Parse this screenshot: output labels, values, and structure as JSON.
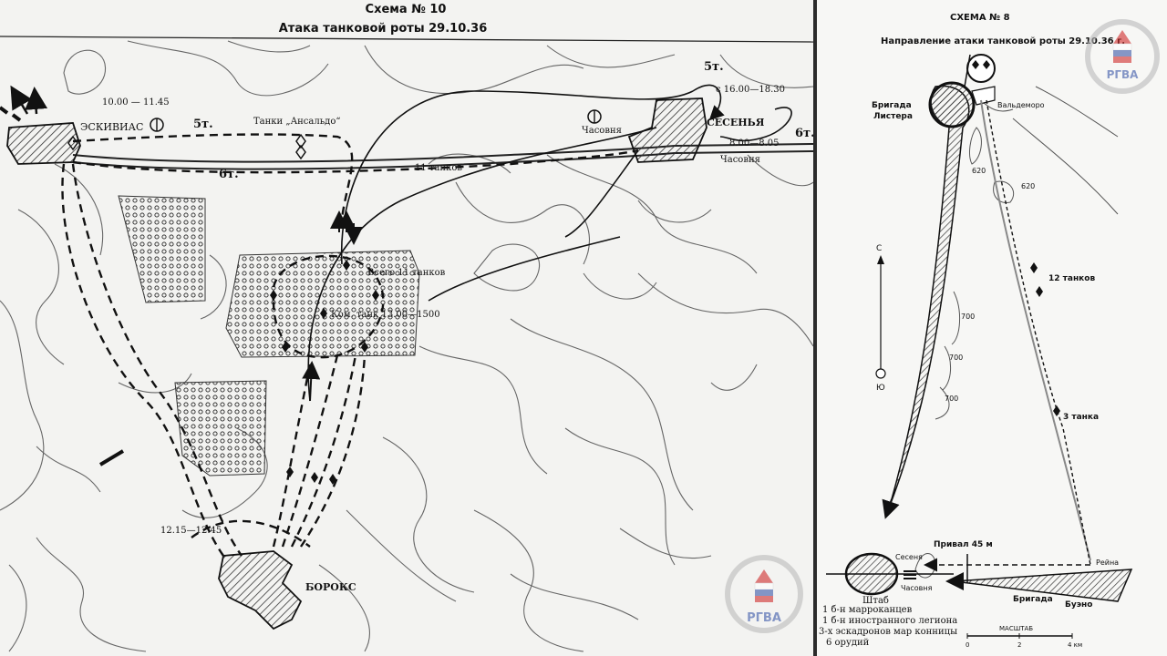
{
  "left_map": {
    "title": "Схема № 10",
    "subtitle": "Атака танковой роты 29.10.36",
    "labels": {
      "eskivias": "ЭСКИВИАС",
      "time_left": "10.00 — 11.45",
      "tanks_5_left": "5т.",
      "ansaldo": "Танки „Ансальдо“",
      "tanks_6_left": "6т.",
      "tanks_11_road": "11 танков",
      "tanks_5_right": "5т.",
      "time_evening": "с 16.00—18.30",
      "sesenya": "СЕСЕНЬЯ",
      "chasovnya_1": "Часовня",
      "tanks_6_right": "6т.",
      "time_morning": "8.00—8.05",
      "chasovnya_2": "Часовня",
      "total_tanks": "Всего 11 танков",
      "command_tank": "Ком. танк 13.00—1500",
      "time_borox": "12.15—12.45",
      "borox": "БОРОКС"
    }
  },
  "right_map": {
    "title": "СХЕМА № 8",
    "subtitle": "Направление атаки танковой роты 29.10.36 г.",
    "labels": {
      "brigade_lister_1": "Бригада",
      "brigade_lister_2": "Листера",
      "valdemoro": "Вальдеморо",
      "h620a": "620",
      "h620b": "620",
      "north": "С",
      "south": "Ю",
      "tanks_12": "12 танков",
      "h700a": "700",
      "h700b": "700",
      "h700c": "700",
      "tanks_3": "3 танка",
      "halt": "Привал 45 м",
      "sesenya": "Сесеня",
      "chasovnya": "Часовня",
      "reina": "Рейна",
      "hq": "Штаб",
      "brigade_bueno_1": "Бригада",
      "brigade_bueno_2": "Буэно",
      "scale": "МАСШТАБ",
      "scale_0": "0",
      "scale_2": "2",
      "scale_4": "4 км"
    },
    "legend": [
      "1 б-н марроканцев",
      "1 б-н иностранного легиона",
      "3-х эскадронов мар конницы",
      "6 орудий"
    ]
  },
  "watermark": {
    "text": "РГВА"
  },
  "colors": {
    "paper": "#f3f3f1",
    "ink": "#111111",
    "contour": "#6a6a6a",
    "wm_red": "#d02a2a",
    "wm_blue": "#3a57a8"
  }
}
